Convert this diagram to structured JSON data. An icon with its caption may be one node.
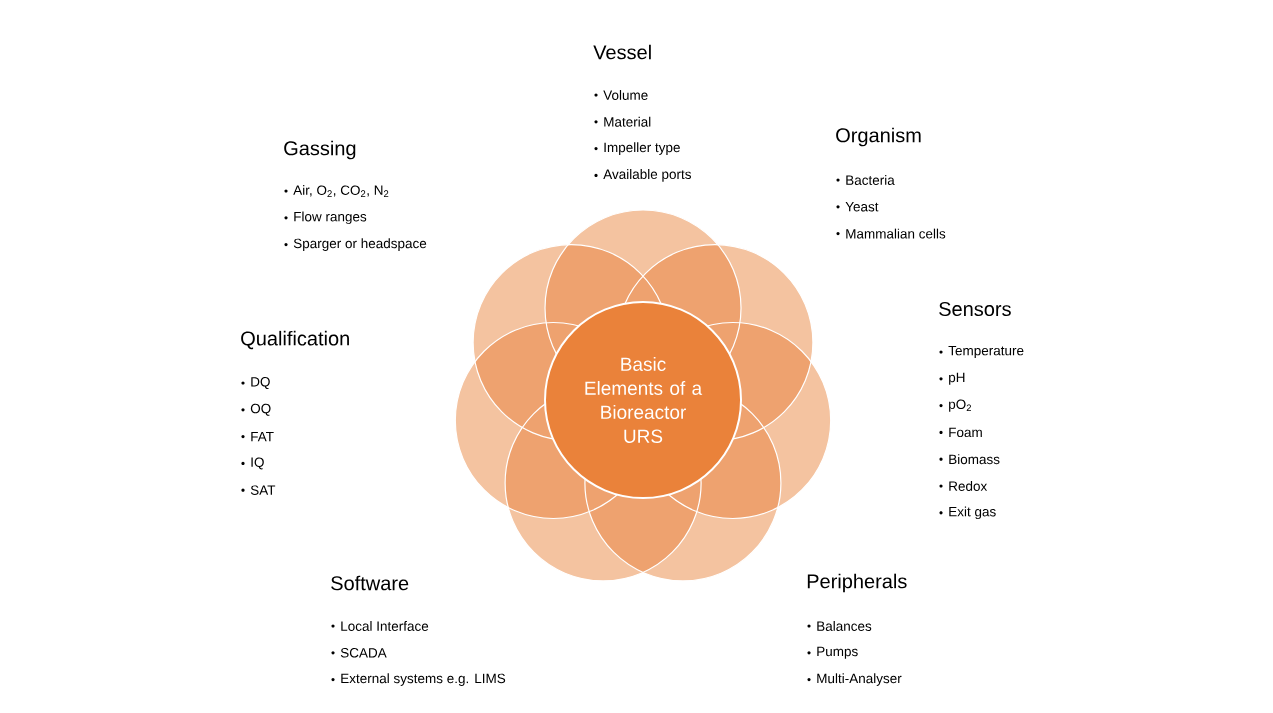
{
  "diagram": {
    "nodes": [
      {
        "text": [
          "Basic Elements of a Bioreactor URS"
        ]
      }
    ],
    "labels": [
      "Vessel",
      "Volume",
      "Material",
      "Impeller type",
      "Available ports",
      "Gassing",
      "Air, O$_{2}$, CO$_{2}$, N$_{2}$",
      "Flow ranges",
      "Sparger or headspace",
      "Organism",
      "Bacteria",
      "Yeast",
      "Mammalian cells",
      "Sensors",
      "Temperature",
      "pH",
      "pO$_{2}$",
      "Foam",
      "Biomass",
      "Redox",
      "Exit gas",
      "Qualification",
      "DQ",
      "OQ",
      "FAT",
      "IQ",
      "SAT",
      "Software",
      "Local Interface",
      "SCADA",
      "External systems e.g. LIMS",
      "Peripherals",
      "Balances",
      "Pumps",
      "Multi-Analyser"
    ]
  }
}
